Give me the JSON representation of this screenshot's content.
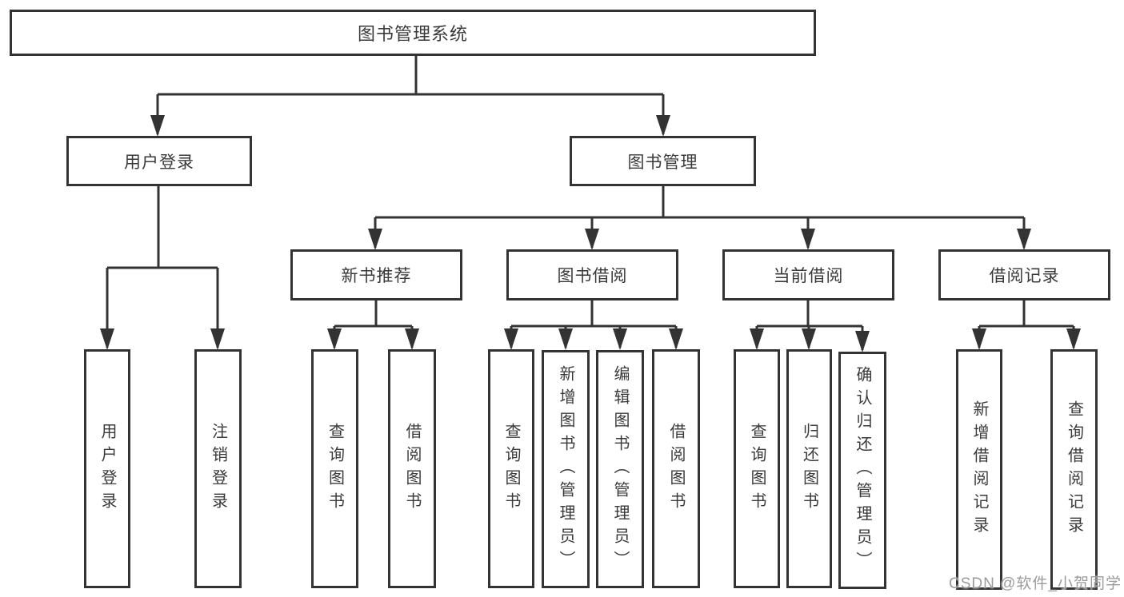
{
  "diagram": {
    "title": "图书管理系统",
    "level2": {
      "user_login": {
        "label": "用户登录",
        "children": {
          "login": "用户登录",
          "logout": "注销登录"
        }
      },
      "book_management": {
        "label": "图书管理"
      }
    },
    "level3": {
      "new_book": {
        "label": "新书推荐",
        "children": {
          "query": "查询图书",
          "borrow": "借阅图书"
        }
      },
      "borrowing": {
        "label": "图书借阅",
        "children": {
          "query": "查询图书",
          "add": "新增图书（管理员）",
          "edit": "编辑图书（管理员）",
          "borrow": "借阅图书"
        }
      },
      "current": {
        "label": "当前借阅",
        "children": {
          "query": "查询图书",
          "return": "归还图书",
          "confirm": "确认归还（管理员）"
        }
      },
      "records": {
        "label": "借阅记录",
        "children": {
          "add": "新增借阅记录",
          "query": "查询借阅记录"
        }
      }
    }
  },
  "watermark": "CSDN @软件_小贺同学",
  "colors": {
    "line": "#333333",
    "text": "#3a3a3a",
    "watermark": "#9b9b9b",
    "background": "#ffffff"
  }
}
